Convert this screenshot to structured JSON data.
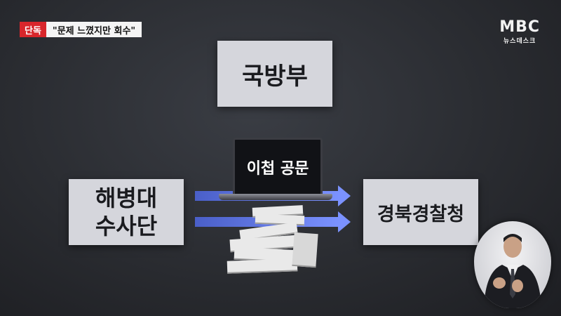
{
  "tag": {
    "label": "단독",
    "headline": "\"문제 느꼈지만 회수\""
  },
  "logo": {
    "main": "MBC",
    "sub": "뉴스데스크"
  },
  "diagram": {
    "top_box": "국방부",
    "left_box_line1": "해병대",
    "left_box_line2": "수사단",
    "right_box": "경북경찰청",
    "laptop_label": "이첩 공문"
  },
  "colors": {
    "tag_red": "#d8262b",
    "arrow_blue": "#7b92ff",
    "box_fill": "#d5d6dc"
  }
}
